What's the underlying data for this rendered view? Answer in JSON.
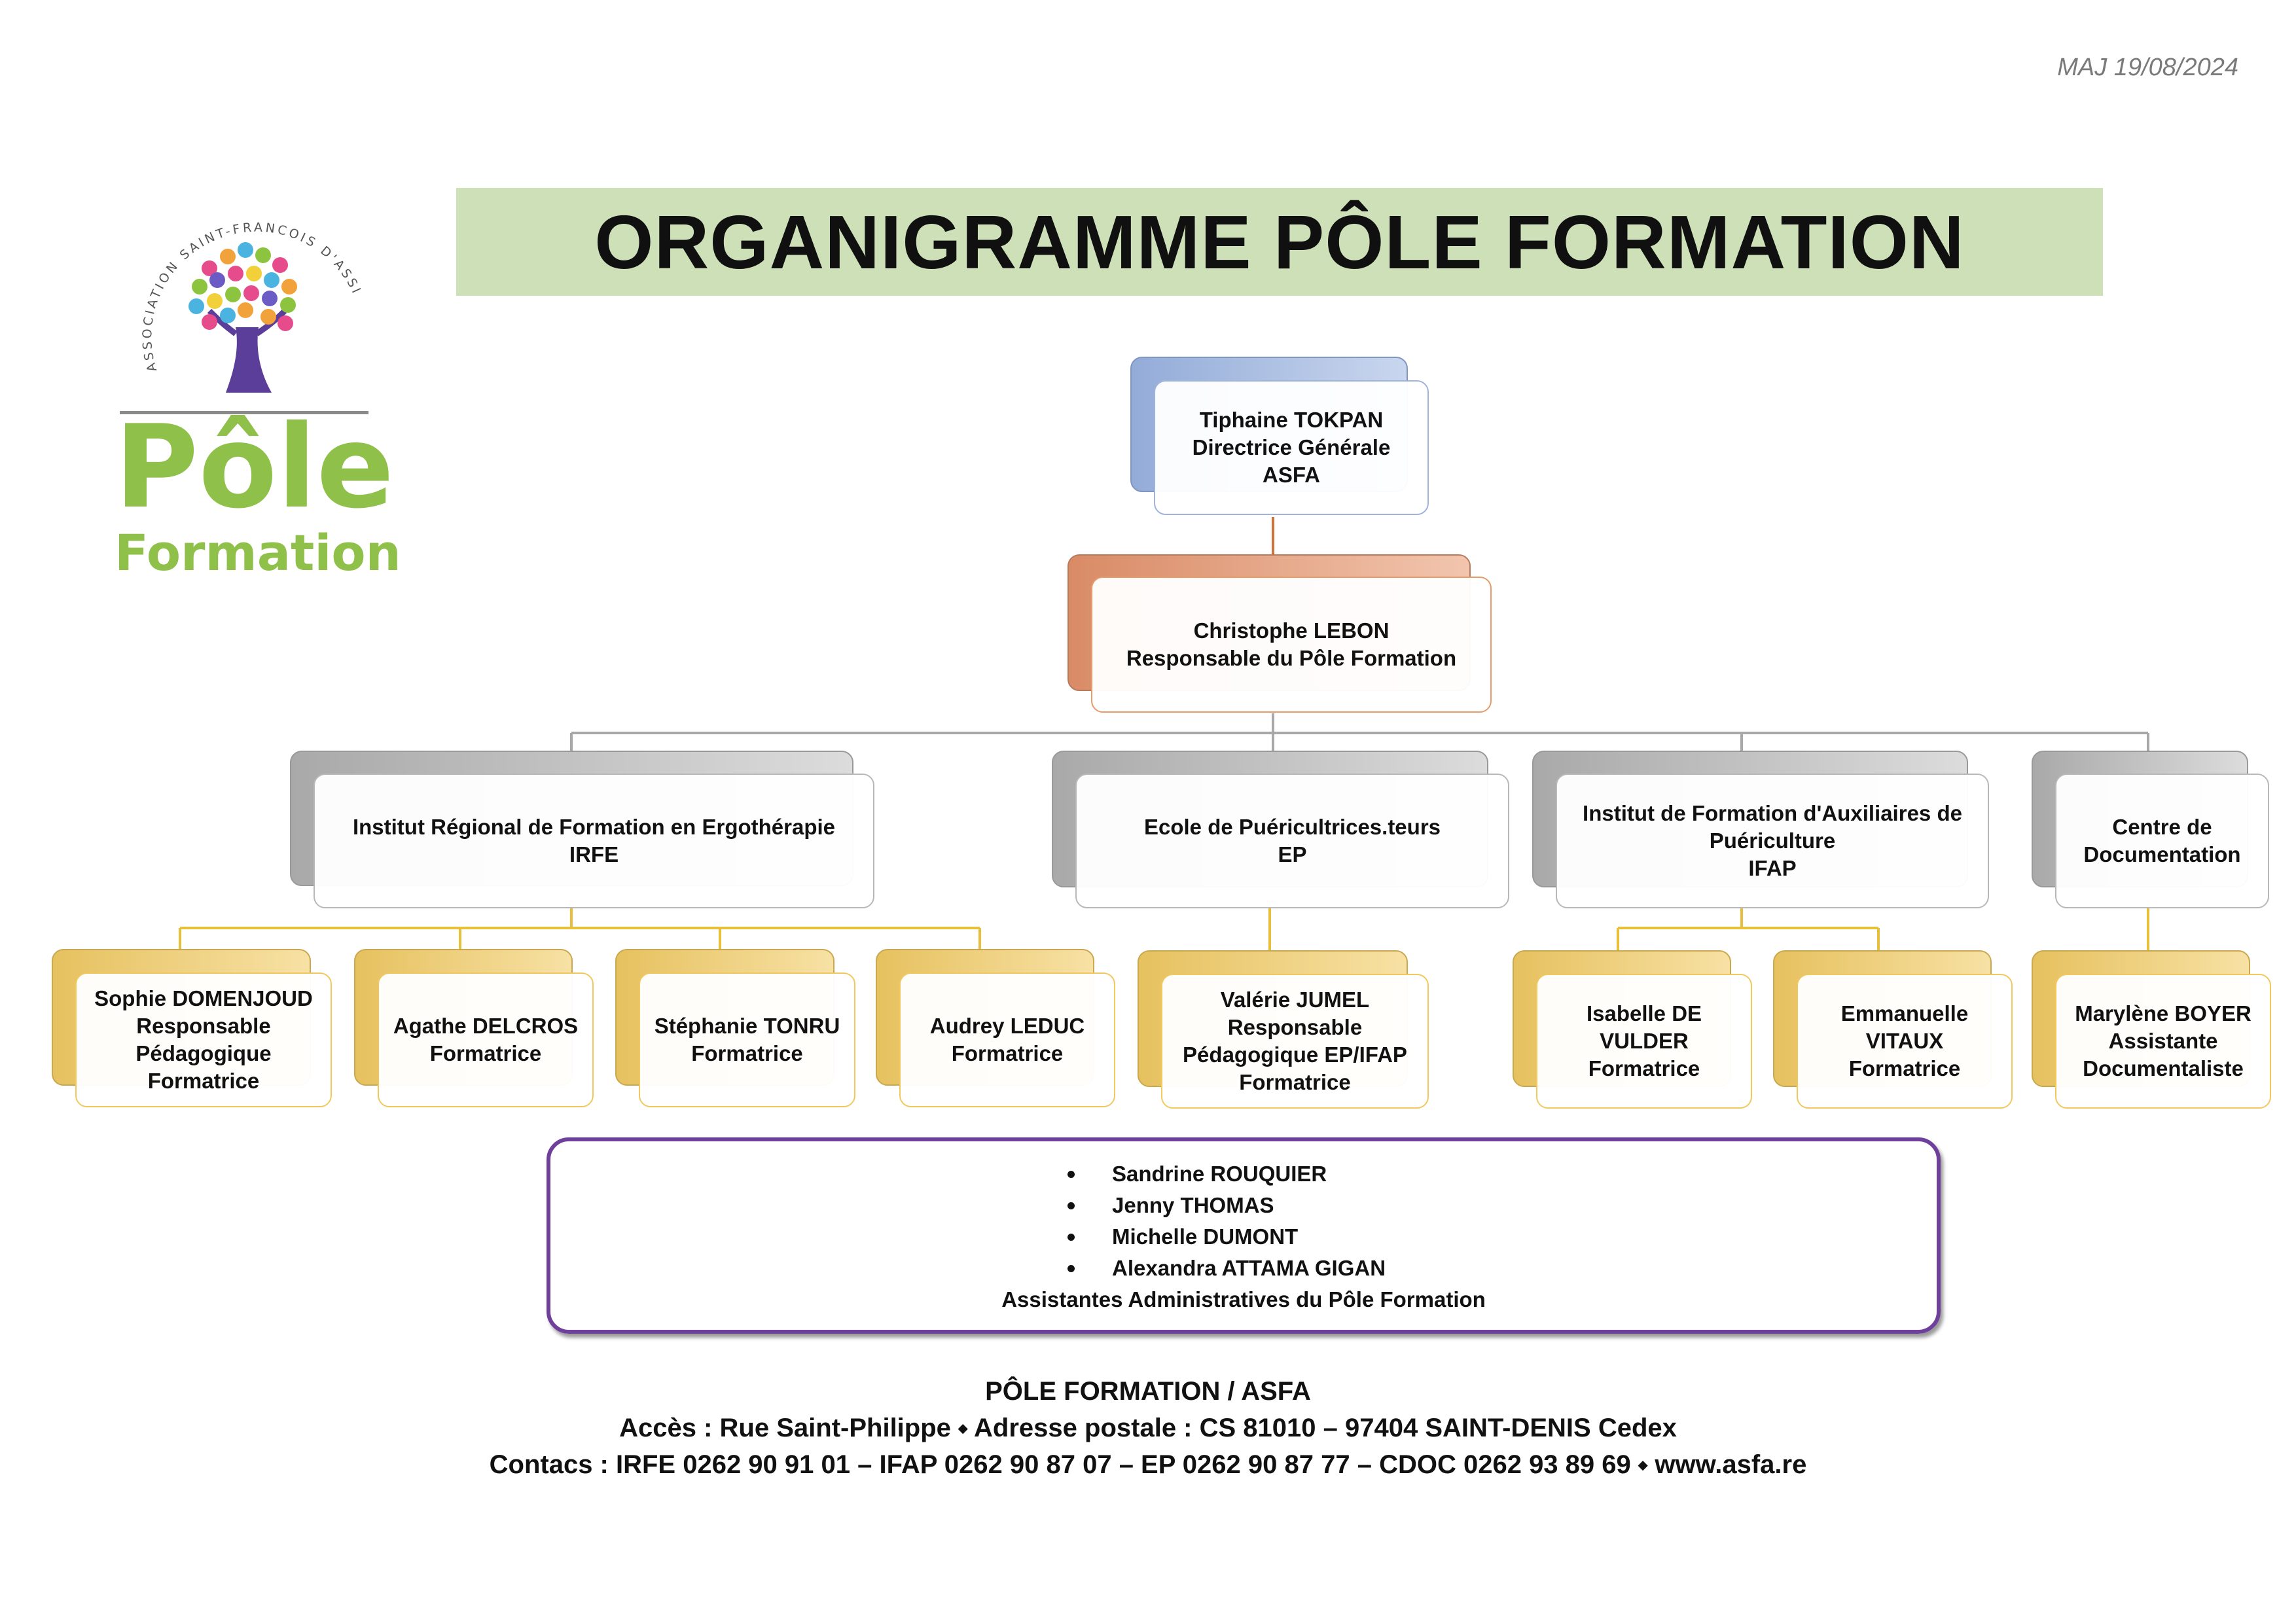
{
  "date": "MAJ 19/08/2024",
  "title": "ORGANIGRAMME PÔLE FORMATION",
  "logo": {
    "association_text": "ASSOCIATION SAINT-FRANCOIS D'ASSISE",
    "brand_line1": "Pôle",
    "brand_line2": "Formation",
    "colors": {
      "green": "#8fc04a",
      "trunk": "#5b3d9a"
    }
  },
  "nodes": {
    "dg": {
      "text": "Tiphaine TOKPAN\nDirectrice Générale\nASFA",
      "color": "blue"
    },
    "resp": {
      "text": "Christophe LEBON\nResponsable du Pôle Formation",
      "color": "orange"
    },
    "irfe": {
      "text": "Institut Régional de Formation en Ergothérapie\nIRFE",
      "color": "grey"
    },
    "ep": {
      "text": "Ecole de Puéricultrices.teurs\nEP",
      "color": "grey"
    },
    "ifap": {
      "text": "Institut de Formation d'Auxiliaires de\nPuériculture\nIFAP",
      "color": "grey"
    },
    "cdoc": {
      "text": "Centre de\nDocumentation",
      "color": "grey"
    },
    "p1": {
      "text": "Sophie DOMENJOUD\nResponsable\nPédagogique\nFormatrice",
      "color": "yellow"
    },
    "p2": {
      "text": "Agathe DELCROS\nFormatrice",
      "color": "yellow"
    },
    "p3": {
      "text": "Stéphanie TONRU\nFormatrice",
      "color": "yellow"
    },
    "p4": {
      "text": "Audrey LEDUC\nFormatrice",
      "color": "yellow"
    },
    "p5": {
      "text": "Valérie JUMEL\nResponsable\nPédagogique EP/IFAP\nFormatrice",
      "color": "yellow"
    },
    "p6": {
      "text": "Isabelle DE\nVULDER\nFormatrice",
      "color": "yellow"
    },
    "p7": {
      "text": "Emmanuelle\nVITAUX\nFormatrice",
      "color": "yellow"
    },
    "p8": {
      "text": "Marylène BOYER\nAssistante\nDocumentaliste",
      "color": "yellow"
    }
  },
  "assistants": {
    "names": [
      "Sandrine ROUQUIER",
      "Jenny THOMAS",
      "Michelle DUMONT",
      "Alexandra ATTAMA GIGAN"
    ],
    "caption": "Assistantes Administratives du Pôle Formation"
  },
  "footer": {
    "line1": "PÔLE FORMATION / ASFA",
    "line2": "Accès : Rue Saint-Philippe ⬩ Adresse postale : CS 81010 – 97404 SAINT-DENIS Cedex",
    "line3": "Contacs : IRFE 0262 90 91 01 – IFAP 0262 90 87 07 – EP 0262 90 87 77 – CDOC 0262 93 89 69 ⬩ www.asfa.re"
  }
}
